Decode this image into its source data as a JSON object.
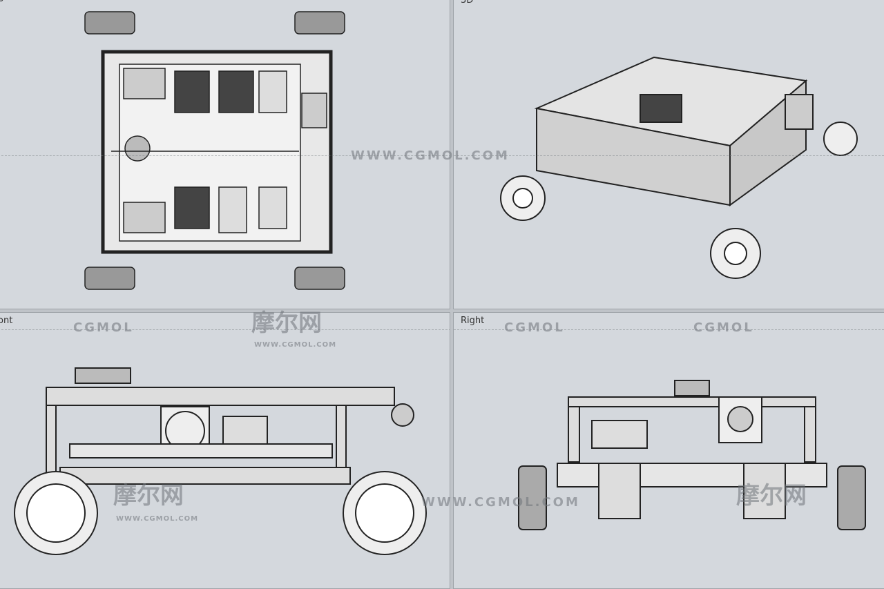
{
  "viewports": {
    "top": {
      "label": "p"
    },
    "iso": {
      "label": "3D"
    },
    "front": {
      "label": "ont"
    },
    "right": {
      "label": "Right"
    }
  },
  "watermark": {
    "brand": "CGMOL",
    "chinese": "摩尔网",
    "url": "WWW.CGMOL.COM"
  }
}
